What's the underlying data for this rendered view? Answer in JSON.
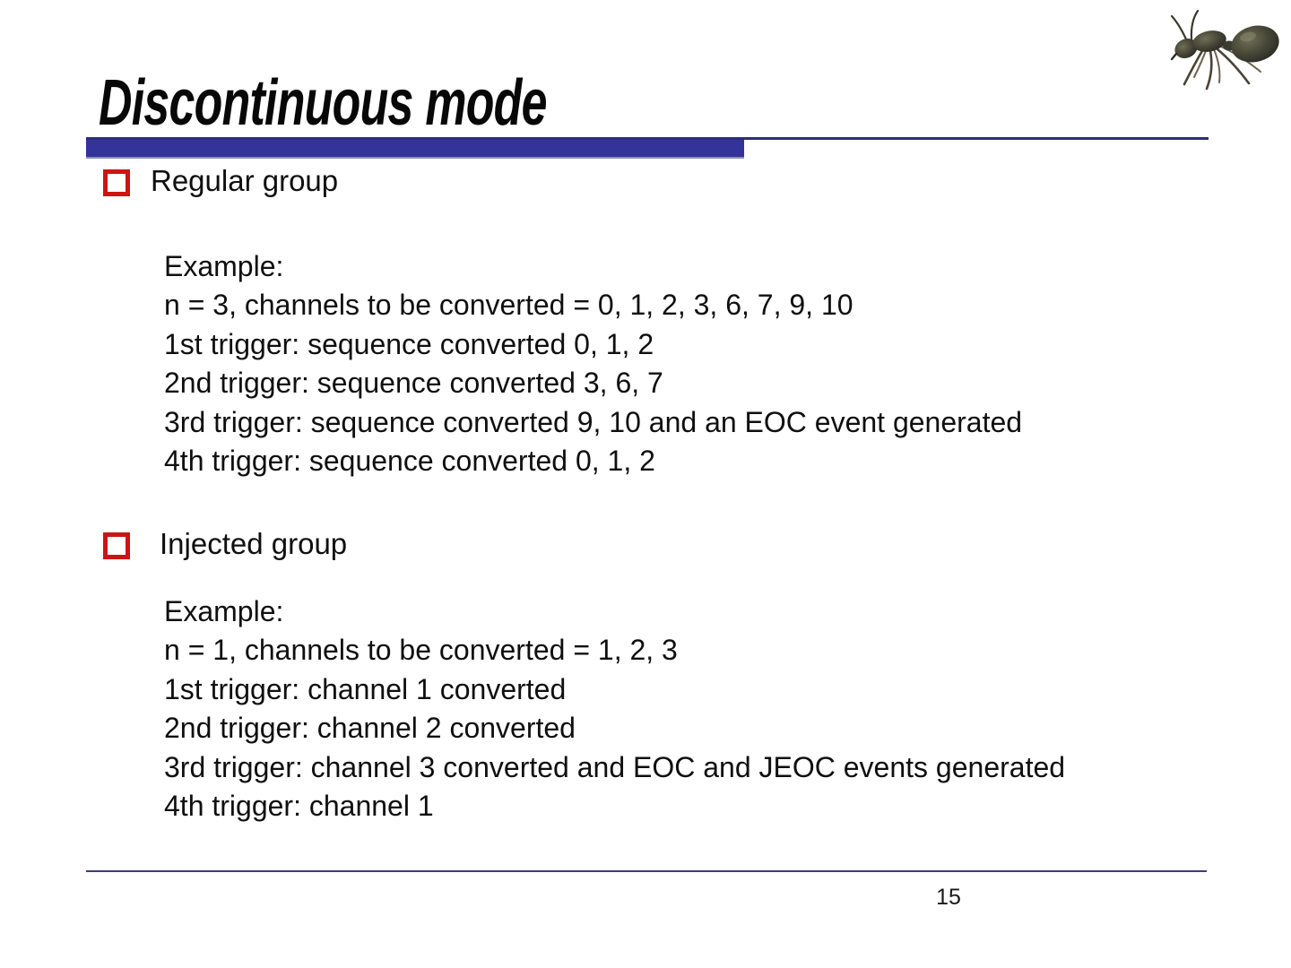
{
  "slide": {
    "title": "Discontinuous mode",
    "page_number": "15",
    "accent_color": "#333399",
    "rule_color": "#2d2d78",
    "bullet_color": "#cc1414"
  },
  "sections": [
    {
      "heading": "Regular group",
      "lines": [
        "Example:",
        "n = 3, channels to be converted = 0, 1, 2, 3, 6, 7, 9, 10",
        "1st trigger: sequence converted 0, 1, 2",
        "2nd trigger: sequence converted 3, 6, 7",
        "3rd trigger: sequence converted 9, 10 and an EOC event generated",
        "4th trigger: sequence converted 0, 1, 2"
      ]
    },
    {
      "heading": "Injected group",
      "lines": [
        "Example:",
        "n = 1, channels to be converted = 1, 2, 3",
        "1st trigger: channel 1 converted",
        "2nd trigger: channel 2 converted",
        "3rd trigger: channel 3 converted and EOC and JEOC events generated",
        "4th trigger: channel 1"
      ]
    }
  ],
  "decorations": {
    "ant_image": "ant-photo"
  }
}
